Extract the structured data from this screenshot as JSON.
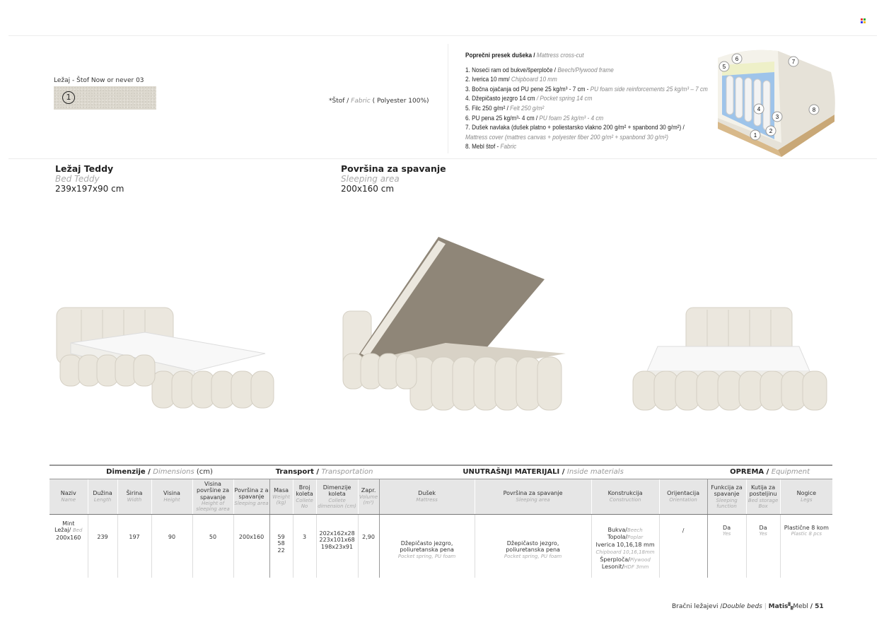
{
  "fabric": {
    "label": "Ležaj - Štof Now or never 03",
    "swatch_number": "1",
    "note_prefix": "*Štof / ",
    "note_en": "Fabric",
    "note_suffix": " ( Polyester 100%)"
  },
  "crosscut": {
    "title": "Poprečni presek dušeka / ",
    "title_en": "Mattress cross-cut",
    "items": [
      {
        "sr": "1. Noseći ram od bukve/šperploče / ",
        "en": "Beech/Plywood frame"
      },
      {
        "sr": "2. Iverica 10 mm/ ",
        "en": "Chipboard 10 mm"
      },
      {
        "sr": "3. Bočna ojačanja od PU pene 25 kg/m³ - 7 cm - ",
        "en": "PU foam side reinforcements 25 kg/m³ – 7 cm"
      },
      {
        "sr": "4. Džepičasto jezgro 14 cm ",
        "en": "/ Pocket spring 14 cm"
      },
      {
        "sr": "5. Filc  250 g/m² / ",
        "en": "Felt 250 g/m²"
      },
      {
        "sr": "6. PU pena 25 kg/m³- 4 cm / ",
        "en": "PU foam 25 kg/m³ - 4 cm"
      },
      {
        "sr": "7. Dušek  navlaka (dušek platno + poliestarsko vlakno 200 g/m² + spanbond 30 g/m²) /",
        "en": ""
      },
      {
        "sr": "",
        "en": "Mattress cover  (mattres canvas + polyester fiber 200 g/m²  + spanbond 30 g/m²)"
      },
      {
        "sr": "8. Mebl štof - ",
        "en": "Fabric"
      }
    ],
    "diagram_labels": [
      "1",
      "2",
      "3",
      "4",
      "5",
      "6",
      "7",
      "8"
    ]
  },
  "product": {
    "name": "Ležaj Teddy",
    "name_en": "Bed Teddy",
    "dims": "239x197x90 cm"
  },
  "sleeping": {
    "name": "Površina za spavanje",
    "name_en": "Sleeping area",
    "dims": "200x160 cm"
  },
  "table": {
    "groups": [
      {
        "sr": "Dimenzije / ",
        "en": "Dimensions",
        "suffix": " (cm)"
      },
      {
        "sr": "Transport / ",
        "en": "Transportation"
      },
      {
        "sr": "UNUTRAŠNJI MATERIJALI / ",
        "en": "Inside materials"
      },
      {
        "sr": "OPREMA / ",
        "en": "Equipment"
      }
    ],
    "headers": [
      {
        "sr": "Naziv",
        "en": "Name"
      },
      {
        "sr": "Dužina",
        "en": "Length"
      },
      {
        "sr": "Širina",
        "en": "Width"
      },
      {
        "sr": "Visina",
        "en": "Height"
      },
      {
        "sr": "Visina površine za spavanje",
        "en": "Height of sleeping area"
      },
      {
        "sr": "Površina z a spavanje",
        "en": "Sleeping area"
      },
      {
        "sr": "Masa",
        "en": "Weight (kg)"
      },
      {
        "sr": "Broj koleta",
        "en": "Collete No"
      },
      {
        "sr": "Dimenzije koleta",
        "en": "Collete dimension (cm)"
      },
      {
        "sr": "Zapr.",
        "en": "Volume (m³)"
      },
      {
        "sr": "Dušek",
        "en": "Mattress"
      },
      {
        "sr": "Površina za spavanje",
        "en": "Sleeping area"
      },
      {
        "sr": "Konstrukcija",
        "en": "Construction"
      },
      {
        "sr": "Orijentacija",
        "en": "Orientation"
      },
      {
        "sr": "Funkcija za spavanje",
        "en": "Sleeping function"
      },
      {
        "sr": "Kutija za posteljinu",
        "en": "Bed storage Box"
      },
      {
        "sr": "Nogice",
        "en": "Legs"
      }
    ],
    "row": {
      "name1": "Mint",
      "name2": "Ležaj/ ",
      "name2_en": "Bed",
      "name3": "200x160",
      "length": "239",
      "width": "197",
      "height": "90",
      "sleep_height": "50",
      "sleep_area": "200x160",
      "weights": [
        "59",
        "58",
        "22"
      ],
      "packages": "3",
      "package_dims": [
        "202x162x28",
        "223x101x68",
        "198x23x91"
      ],
      "volume": "2,90",
      "mattress": "Džepičasto jezgro, poliuretanska pena",
      "mattress_en": "Pocket spring, PU foam",
      "surface": "Džepičasto jezgro, poliuretanska pena",
      "surface_en": "Pocket spring, PU foam",
      "construction": [
        {
          "sr": "Bukva/",
          "en": "Beech"
        },
        {
          "sr": "Topola/",
          "en": "Poplar"
        },
        {
          "sr": "Iverica 10,16,18 mm",
          "en": ""
        },
        {
          "sr": "",
          "en": "Chipboard 10,16,18mm"
        },
        {
          "sr": "Šperploča/",
          "en": "Plywood"
        },
        {
          "sr": "Lesonit/",
          "en": "HDF 3mm"
        }
      ],
      "orientation": "/",
      "sleep_fn": "Da",
      "sleep_fn_en": "Yes",
      "storage": "Da",
      "storage_en": "Yes",
      "legs": "Plastične 8 kom",
      "legs_en": "Plastic 8 pcs"
    }
  },
  "footer": {
    "category": "Bračni ležajevi /",
    "category_en": "Double beds",
    "brand": "Matis",
    "brand2": "Mebl",
    "page": "/ 51"
  }
}
